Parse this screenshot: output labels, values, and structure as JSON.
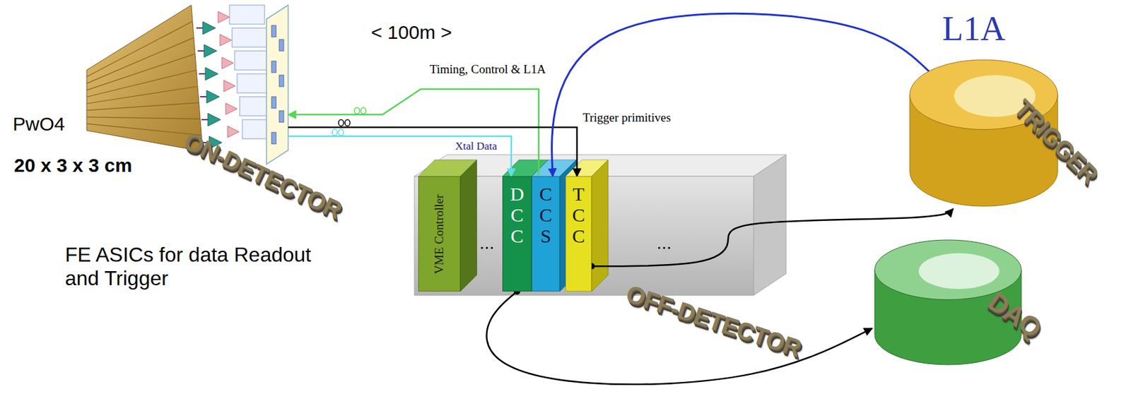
{
  "diagram": {
    "nodes": [
      {
        "text": [
          "ON-DETECTOR"
        ]
      },
      {
        "text": [
          "OFF-DETECTOR"
        ]
      },
      {
        "text": [
          "VME Controller"
        ],
        "in": 1
      },
      {
        "text": [
          "DCC"
        ],
        "in": 1
      },
      {
        "text": [
          "CCS"
        ],
        "in": 1
      },
      {
        "text": [
          "TCC"
        ],
        "in": 1
      },
      {
        "text": [
          "TRIGGER"
        ]
      },
      {
        "text": [
          "DAQ"
        ]
      }
    ],
    "edges": [
      {
        "from": 4,
        "to": 0,
        "label": "Timing, Control & L1A",
        "arrow": "to"
      },
      {
        "from": 0,
        "to": 5,
        "label": "Trigger primitives",
        "arrow": "to"
      },
      {
        "from": 0,
        "to": 3,
        "label": "Xtal Data",
        "arrow": "to"
      },
      {
        "from": 6,
        "to": 4,
        "label": "L1A",
        "arrow": "to"
      },
      {
        "from": 5,
        "to": 6,
        "arrow": "to"
      },
      {
        "from": 3,
        "to": 7,
        "arrow": "to"
      }
    ],
    "labels": [
      "< 100m >",
      "PwO4",
      "20 x 3 x 3 cm",
      "FE ASICs for data Readout and Trigger",
      "...",
      "..."
    ]
  }
}
